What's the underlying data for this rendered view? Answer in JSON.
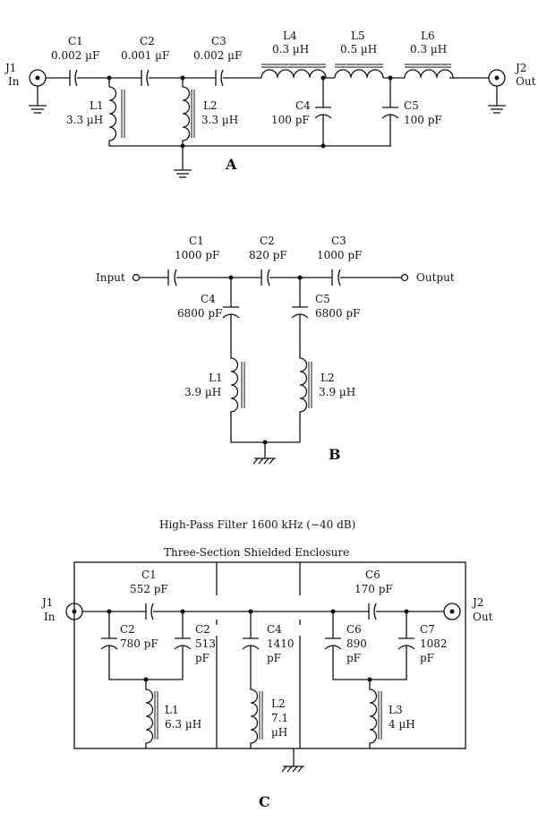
{
  "panel_a": {
    "letter": "A",
    "j1": {
      "name": "J1",
      "sub": "In"
    },
    "j2": {
      "name": "J2",
      "sub": "Out"
    },
    "c1": {
      "name": "C1",
      "value": "0.002 µF"
    },
    "c2": {
      "name": "C2",
      "value": "0.001 µF"
    },
    "c3": {
      "name": "C3",
      "value": "0.002 µF"
    },
    "l4": {
      "name": "L4",
      "value": "0.3 µH"
    },
    "l5": {
      "name": "L5",
      "value": "0.5 µH"
    },
    "l6": {
      "name": "L6",
      "value": "0.3 µH"
    },
    "l1": {
      "name": "L1",
      "value": "3.3 µH"
    },
    "l2": {
      "name": "L2",
      "value": "3.3 µH"
    },
    "c4": {
      "name": "C4",
      "value": "100 pF"
    },
    "c5": {
      "name": "C5",
      "value": "100 pF"
    }
  },
  "panel_b": {
    "letter": "B",
    "input": "Input",
    "output": "Output",
    "c1": {
      "name": "C1",
      "value": "1000 pF"
    },
    "c2": {
      "name": "C2",
      "value": "820 pF"
    },
    "c3": {
      "name": "C3",
      "value": "1000 pF"
    },
    "c4": {
      "name": "C4",
      "value": "6800 pF"
    },
    "c5": {
      "name": "C5",
      "value": "6800 pF"
    },
    "l1": {
      "name": "L1",
      "value": "3.9 µH"
    },
    "l2": {
      "name": "L2",
      "value": "3.9 µH"
    }
  },
  "panel_c": {
    "letter": "C",
    "title": "High-Pass Filter 1600 kHz (−40 dB)",
    "enclosure": "Three-Section Shielded Enclosure",
    "j1": {
      "name": "J1",
      "sub": "In"
    },
    "j2": {
      "name": "J2",
      "sub": "Out"
    },
    "c1": {
      "name": "C1",
      "value": "552 pF"
    },
    "c6_series": {
      "name": "C6",
      "value": "170 pF"
    },
    "c2a": {
      "name": "C2",
      "value": "780 pF"
    },
    "c2b": {
      "name": "C2",
      "value": "513",
      "unit": "pF"
    },
    "c4": {
      "name": "C4",
      "value": "1410",
      "unit": "pF"
    },
    "c6_shunt": {
      "name": "C6",
      "value": "890",
      "unit": "pF"
    },
    "c7": {
      "name": "C7",
      "value": "1082",
      "unit": "pF"
    },
    "l1": {
      "name": "L1",
      "value": "6.3 µH"
    },
    "l2": {
      "name": "L2",
      "value": "7.1",
      "unit": "µH"
    },
    "l3": {
      "name": "L3",
      "value": "4 µH"
    }
  }
}
